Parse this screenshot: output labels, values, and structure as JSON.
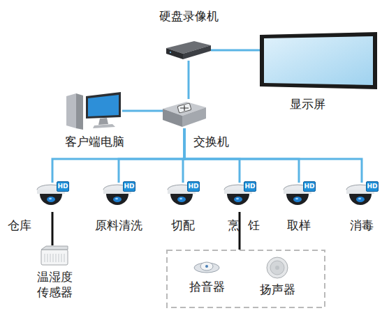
{
  "diagram": {
    "nodes": [
      {
        "text": [
          "硬盘录像机"
        ]
      },
      {
        "text": [
          "显示屏"
        ]
      },
      {
        "text": [
          "客户端电脑"
        ]
      },
      {
        "text": [
          "交换机"
        ]
      },
      {
        "text": [
          "仓库"
        ]
      },
      {
        "text": [
          "原料清洗"
        ]
      },
      {
        "text": [
          "切配"
        ]
      },
      {
        "text": [
          "烹饪"
        ]
      },
      {
        "text": [
          "取样"
        ]
      },
      {
        "text": [
          "消毒"
        ]
      },
      {
        "text": [
          "温湿度 传感器"
        ]
      },
      {
        "text": []
      },
      {
        "text": [
          "拾音器"
        ],
        "in": 11
      },
      {
        "text": [
          "扬声器"
        ],
        "in": 11
      }
    ],
    "edges": [
      {
        "from": 0,
        "to": 1,
        "arrow": "none"
      },
      {
        "from": 0,
        "to": 3,
        "arrow": "none"
      },
      {
        "from": 2,
        "to": 3,
        "arrow": "none"
      },
      {
        "from": 3,
        "to": 4,
        "arrow": "none"
      },
      {
        "from": 3,
        "to": 5,
        "arrow": "none"
      },
      {
        "from": 3,
        "to": 6,
        "arrow": "none"
      },
      {
        "from": 3,
        "to": 7,
        "arrow": "none"
      },
      {
        "from": 3,
        "to": 8,
        "arrow": "none"
      },
      {
        "from": 3,
        "to": 9,
        "arrow": "none"
      },
      {
        "from": 4,
        "to": 10,
        "arrow": "none"
      },
      {
        "from": 7,
        "to": 11,
        "arrow": "none"
      }
    ],
    "labels": [
      "HD",
      "HD",
      "HD",
      "HD",
      "HD",
      "HD"
    ]
  }
}
